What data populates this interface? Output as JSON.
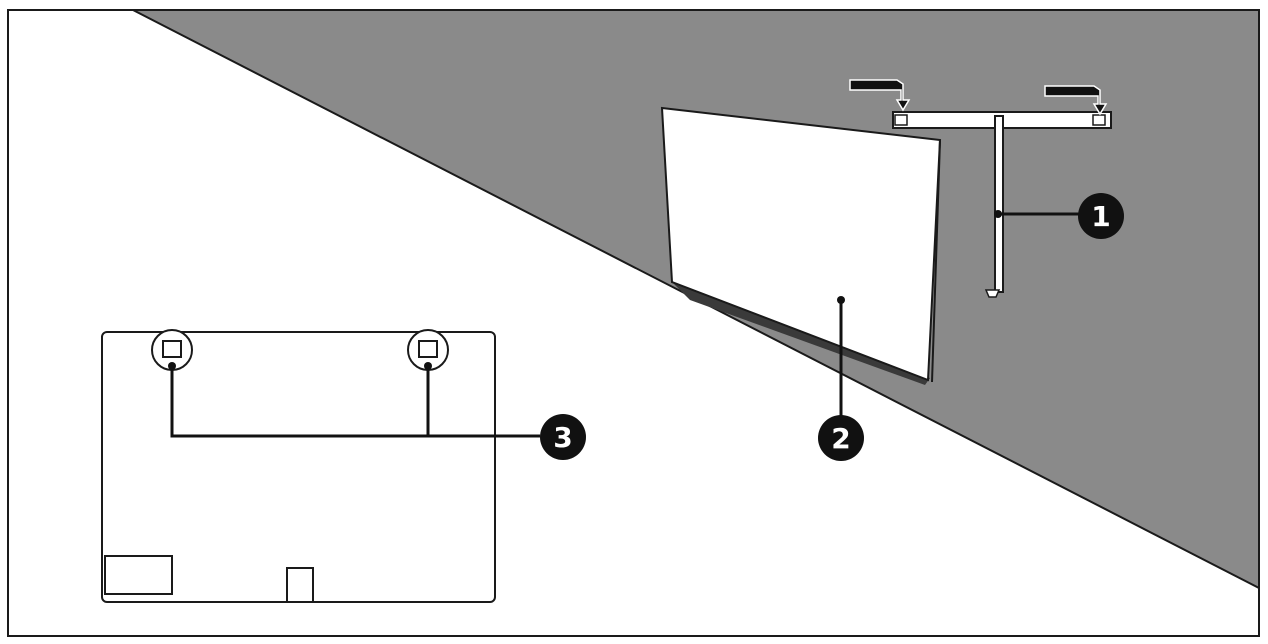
{
  "colors": {
    "wall": "#8a8a8a",
    "outline": "#1a1a1a",
    "panel": "#ffffff",
    "background": "#ffffff",
    "callout_fill": "#111111",
    "callout_text": "#ffffff"
  },
  "callouts": [
    {
      "id": "1",
      "label": "1",
      "target": "wall-bracket"
    },
    {
      "id": "2",
      "label": "2",
      "target": "tv-panel"
    },
    {
      "id": "3",
      "label": "3",
      "target": "rear-mounting-hooks"
    }
  ],
  "icons": {
    "arrow_left": "screw-down-arrow-icon",
    "arrow_right": "screw-down-arrow-icon"
  }
}
